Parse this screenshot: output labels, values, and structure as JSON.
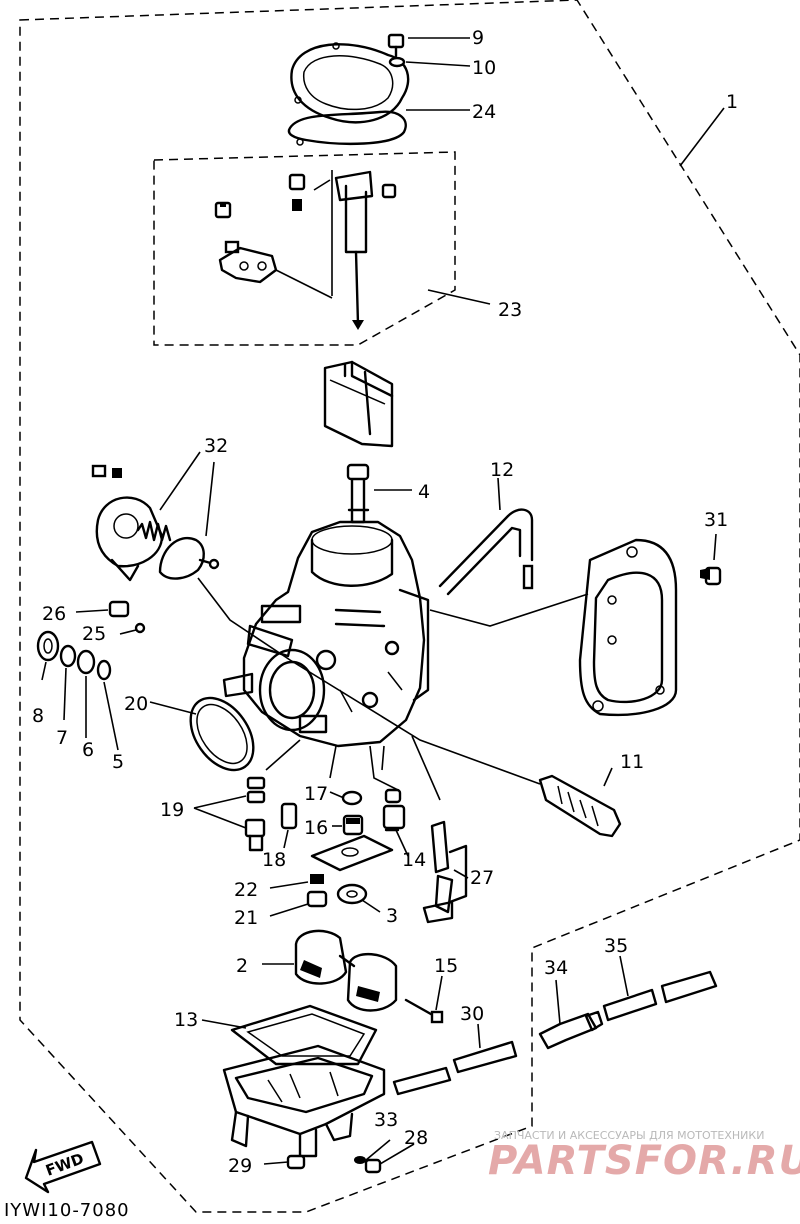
{
  "diagram": {
    "callouts": [
      {
        "id": "1",
        "text": "1"
      },
      {
        "id": "2",
        "text": "2"
      },
      {
        "id": "3",
        "text": "3"
      },
      {
        "id": "4",
        "text": "4"
      },
      {
        "id": "5",
        "text": "5"
      },
      {
        "id": "6",
        "text": "6"
      },
      {
        "id": "7",
        "text": "7"
      },
      {
        "id": "8",
        "text": "8"
      },
      {
        "id": "9",
        "text": "9"
      },
      {
        "id": "10",
        "text": "10"
      },
      {
        "id": "11",
        "text": "11"
      },
      {
        "id": "12",
        "text": "12"
      },
      {
        "id": "13",
        "text": "13"
      },
      {
        "id": "14",
        "text": "14"
      },
      {
        "id": "15",
        "text": "15"
      },
      {
        "id": "16",
        "text": "16"
      },
      {
        "id": "17",
        "text": "17"
      },
      {
        "id": "18",
        "text": "18"
      },
      {
        "id": "19",
        "text": "19"
      },
      {
        "id": "20",
        "text": "20"
      },
      {
        "id": "21",
        "text": "21"
      },
      {
        "id": "22",
        "text": "22"
      },
      {
        "id": "23",
        "text": "23"
      },
      {
        "id": "24",
        "text": "24"
      },
      {
        "id": "25",
        "text": "25"
      },
      {
        "id": "26",
        "text": "26"
      },
      {
        "id": "27",
        "text": "27"
      },
      {
        "id": "28",
        "text": "28"
      },
      {
        "id": "29",
        "text": "29"
      },
      {
        "id": "30",
        "text": "30"
      },
      {
        "id": "31",
        "text": "31"
      },
      {
        "id": "32",
        "text": "32"
      },
      {
        "id": "33",
        "text": "33"
      },
      {
        "id": "34",
        "text": "34"
      },
      {
        "id": "35",
        "text": "35"
      }
    ],
    "fwd_label": "FWD",
    "drawing_code": "IYWI10-7080"
  },
  "watermark": {
    "caption": "ЗАПЧАСТИ И АКСЕССУАРЫ ДЛЯ МОТОТЕХНИКИ",
    "brand": "PARTSFOR.RU"
  },
  "colors": {
    "line": "#000000",
    "background": "#ffffff",
    "watermark": "#e4a9a9"
  }
}
